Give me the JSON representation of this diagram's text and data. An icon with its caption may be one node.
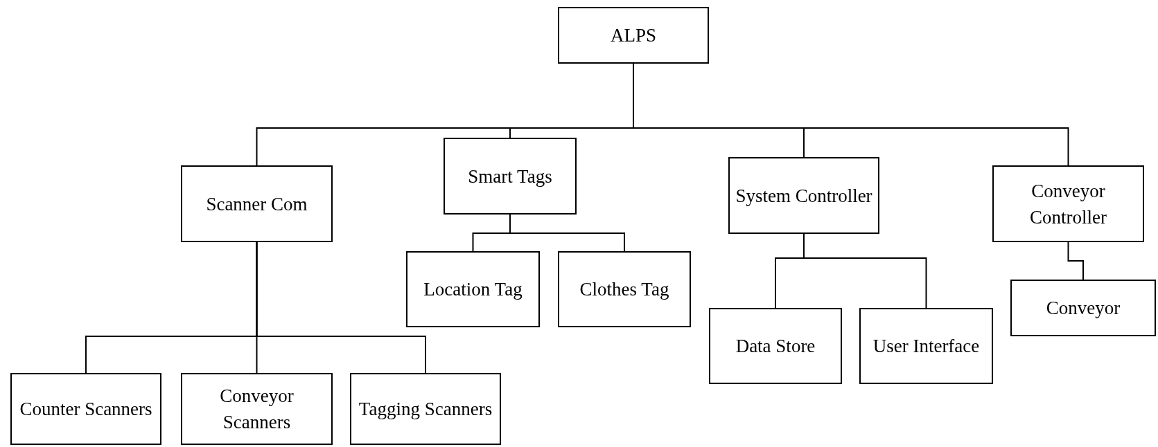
{
  "diagram": {
    "nodes": [
      {
        "text": [
          "ALPS"
        ]
      },
      {
        "text": [
          "Scanner Com"
        ]
      },
      {
        "text": [
          "Smart Tags"
        ]
      },
      {
        "text": [
          "System Controller"
        ]
      },
      {
        "text": [
          "Conveyor Controller"
        ]
      },
      {
        "text": [
          "Location Tag"
        ]
      },
      {
        "text": [
          "Clothes Tag"
        ]
      },
      {
        "text": [
          "Data Store"
        ]
      },
      {
        "text": [
          "User Interface"
        ]
      },
      {
        "text": [
          "Conveyor"
        ]
      },
      {
        "text": [
          "Counter Scanners"
        ]
      },
      {
        "text": [
          "Conveyor Scanners"
        ]
      },
      {
        "text": [
          "Tagging Scanners"
        ]
      }
    ],
    "edges": [
      {
        "from": 0,
        "to": 1,
        "arrow": "none"
      },
      {
        "from": 0,
        "to": 2,
        "arrow": "none"
      },
      {
        "from": 0,
        "to": 3,
        "arrow": "none"
      },
      {
        "from": 0,
        "to": 4,
        "arrow": "none"
      },
      {
        "from": 2,
        "to": 5,
        "arrow": "none"
      },
      {
        "from": 2,
        "to": 6,
        "arrow": "none"
      },
      {
        "from": 3,
        "to": 7,
        "arrow": "none"
      },
      {
        "from": 3,
        "to": 8,
        "arrow": "none"
      },
      {
        "from": 4,
        "to": 9,
        "arrow": "none"
      },
      {
        "from": 1,
        "to": 10,
        "arrow": "none"
      },
      {
        "from": 1,
        "to": 11,
        "arrow": "none"
      },
      {
        "from": 1,
        "to": 12,
        "arrow": "none"
      }
    ]
  }
}
